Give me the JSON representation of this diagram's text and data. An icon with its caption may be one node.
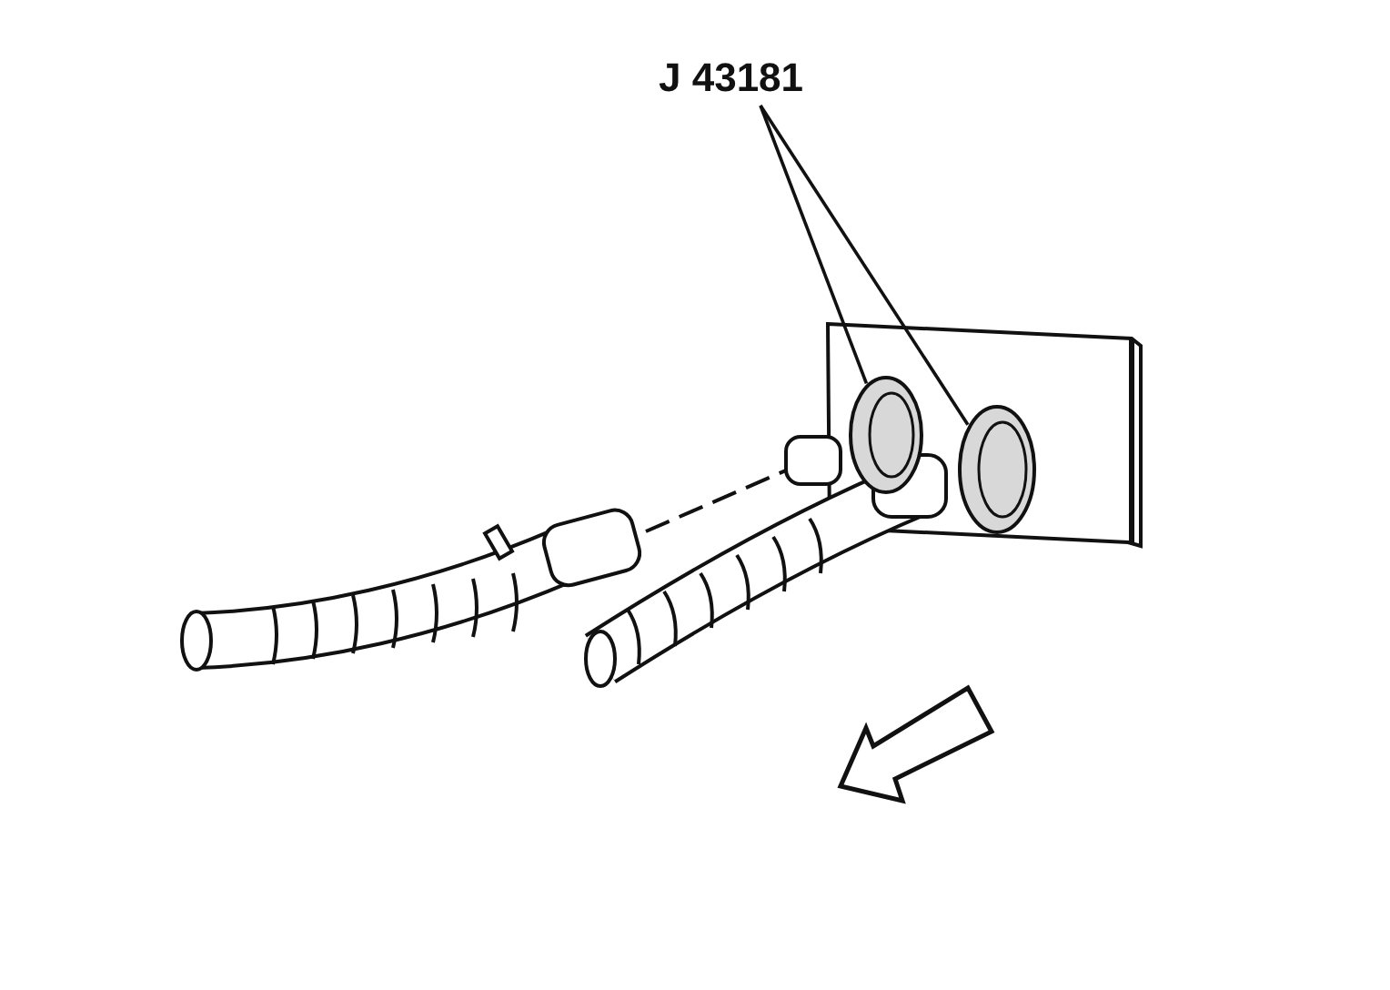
{
  "diagram": {
    "nodes": [
      {
        "text": [
          "J 43181"
        ]
      },
      {
        "text": [],
        "shape": "picture"
      },
      {
        "text": [],
        "shape": "picture"
      }
    ],
    "edges": [
      {
        "from": 0,
        "to": 1,
        "arrow": "none"
      },
      {
        "from": 0,
        "to": 2,
        "arrow": "none"
      }
    ]
  }
}
